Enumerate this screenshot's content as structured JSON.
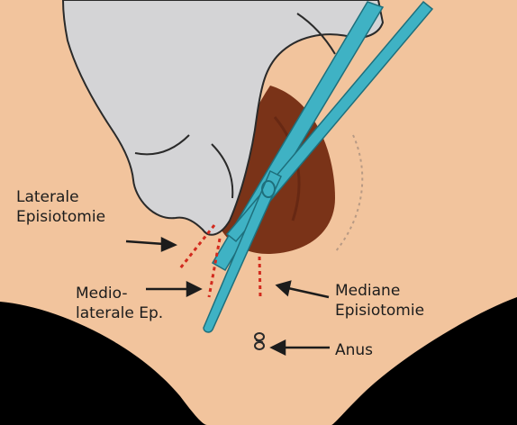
{
  "labels": {
    "lateral_line1": "Laterale",
    "lateral_line2": "Episiotomie",
    "medio_line1": "Medio-",
    "medio_line2": "laterale Ep.",
    "median_line1": "Mediane",
    "median_line2": "Episiotomie",
    "anus": "Anus"
  },
  "colors": {
    "skin": "#F2C49D",
    "glove": "#D4D4D6",
    "glove_outline": "#2a2a2a",
    "tissue": "#7A3318",
    "scissors": "#3FB2C4",
    "incision": "#D22A1E",
    "shadow": "#000000"
  }
}
